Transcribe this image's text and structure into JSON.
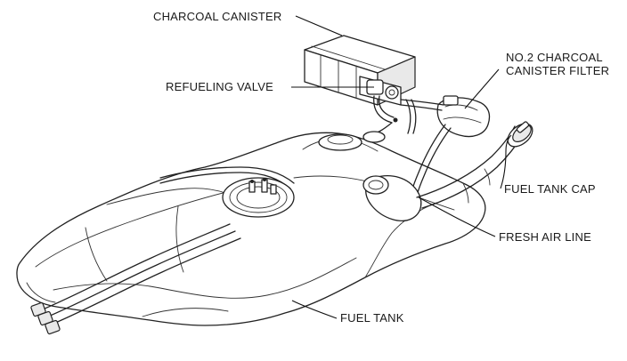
{
  "labels": {
    "charcoal_canister": "CHARCOAL CANISTER",
    "refueling_valve": "REFUELING VALVE",
    "no2_filter_line1": "NO.2 CHARCOAL",
    "no2_filter_line2": "CANISTER FILTER",
    "fuel_tank_cap": "FUEL TANK CAP",
    "fresh_air_line": "FRESH AIR LINE",
    "fuel_tank": "FUEL TANK"
  }
}
